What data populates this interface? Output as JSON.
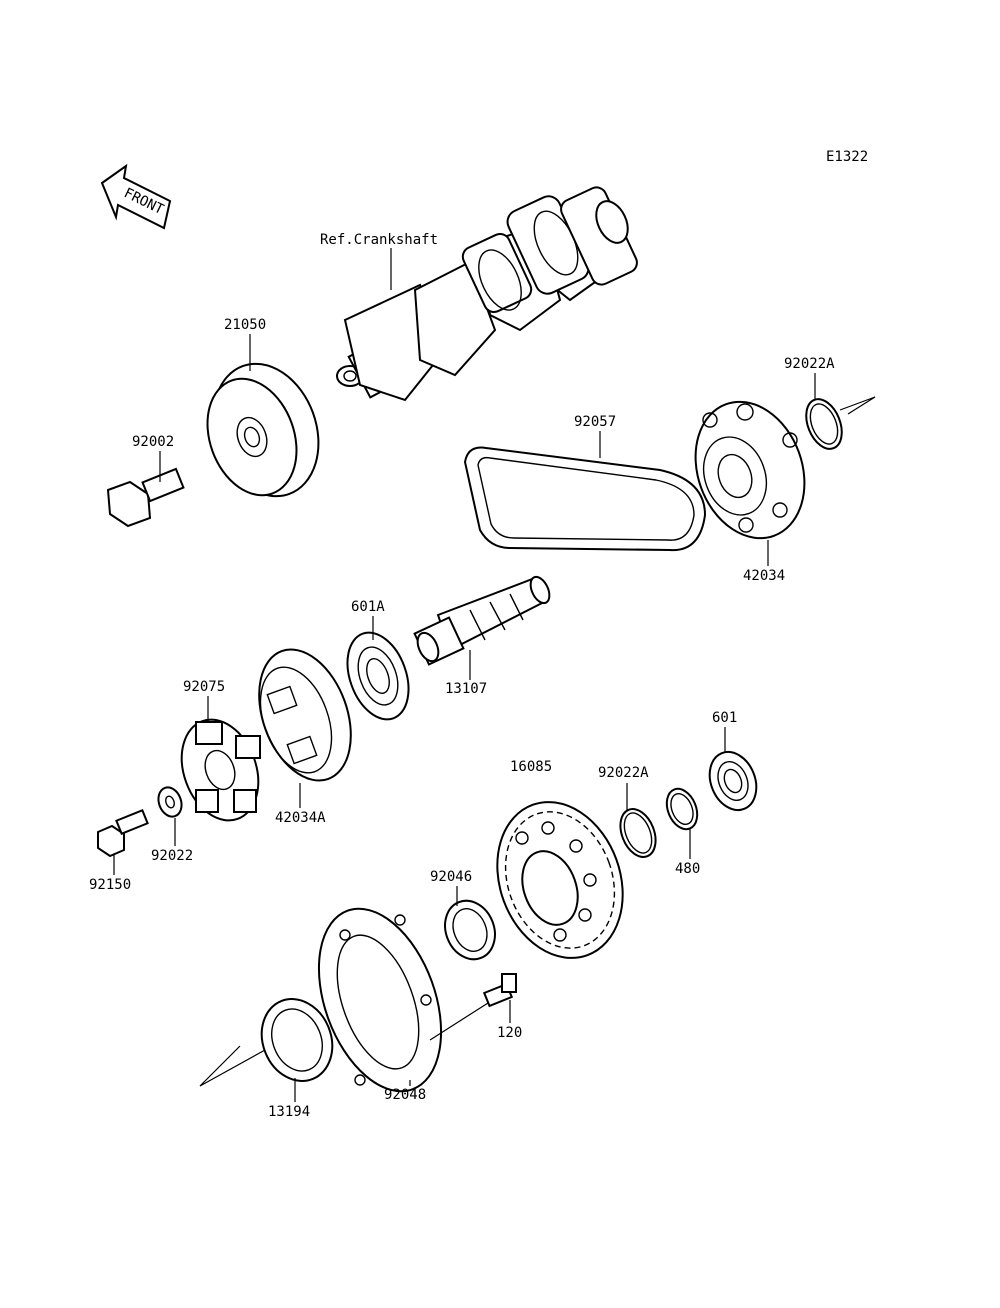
{
  "diagram_code": "E1322",
  "front_label": "FRONT",
  "labels": {
    "ref_crankshaft": "Ref.Crankshaft",
    "p21050": "21050",
    "p92002": "92002",
    "p92057": "92057",
    "p92022A_top": "92022A",
    "p42034": "42034",
    "p601A": "601A",
    "p13107": "13107",
    "p92075": "92075",
    "p42034A": "42034A",
    "p92022": "92022",
    "p92150": "92150",
    "p16085": "16085",
    "p92022A_mid": "92022A",
    "p601": "601",
    "p480": "480",
    "p92046": "92046",
    "p120": "120",
    "p13194": "13194",
    "p92048": "92048"
  }
}
